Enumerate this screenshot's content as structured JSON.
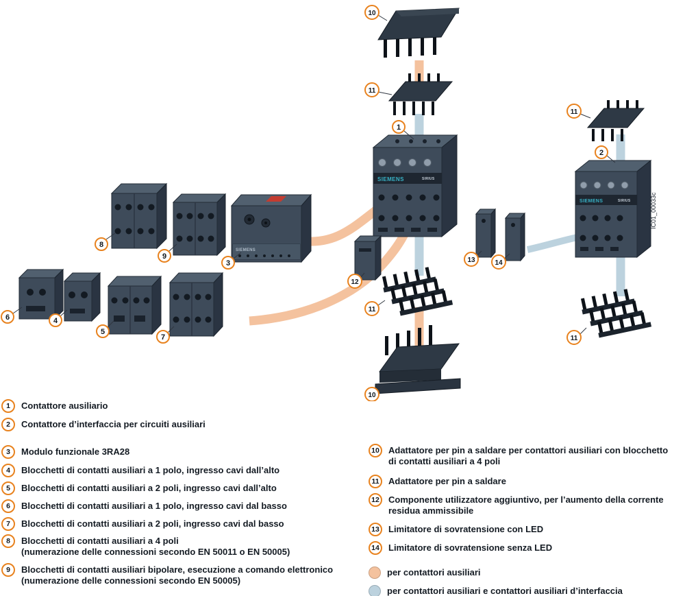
{
  "nums": {
    "1": "1",
    "2": "2",
    "3": "3",
    "4": "4",
    "5": "5",
    "6": "6",
    "7": "7",
    "8": "8",
    "9": "9",
    "10": "10",
    "11": "11",
    "12": "12",
    "13": "13",
    "14": "14"
  },
  "brand": "SIEMENS",
  "product": "SIRIUS",
  "watermark": "IC01_00033c",
  "colors": {
    "aux": "#F4C29E",
    "aux_if": "#BCD2DE",
    "ring": "#E8821E"
  },
  "legend_left": [
    {
      "line1": "Contattore ausiliario"
    },
    {
      "line1": "Contattore d’interfaccia per circuiti ausiliari"
    },
    {
      "line1": "Modulo funzionale 3RA28"
    },
    {
      "line1": "Blocchetti di contatti ausiliari a 1 polo, ingresso cavi dall’alto"
    },
    {
      "line1": "Blocchetti di contatti ausiliari a 2 poli, ingresso cavi dall’alto"
    },
    {
      "line1": "Blocchetti di contatti ausiliari a 1 polo, ingresso cavi dal basso"
    },
    {
      "line1": "Blocchetti di contatti ausiliari a 2 poli, ingresso cavi dal basso"
    },
    {
      "line1": "Blocchetti di contatti ausiliari a 4 poli",
      "line2": "(numerazione delle connessioni secondo EN 50011 o EN 50005)"
    },
    {
      "line1": "Blocchetti di contatti ausiliari bipolare, esecuzione a comando elettronico",
      "line2": "(numerazione delle connessioni secondo EN 50005)"
    }
  ],
  "legend_right": [
    {
      "line1": "Adattatore per pin a saldare per contattori ausiliari con blocchetto",
      "line2": "di contatti ausiliari a 4 poli"
    },
    {
      "line1": "Adattatore per pin a saldare"
    },
    {
      "line1": "Componente utilizzatore aggiuntivo, per l’aumento della corrente",
      "line2": "residua ammissibile"
    },
    {
      "line1": "Limitatore di sovratensione con LED"
    },
    {
      "line1": "Limitatore di sovratensione senza LED"
    }
  ],
  "color_legend": [
    {
      "label": "per contattori ausiliari"
    },
    {
      "label": "per contattori ausiliari e contattori ausiliari d’interfaccia"
    }
  ]
}
